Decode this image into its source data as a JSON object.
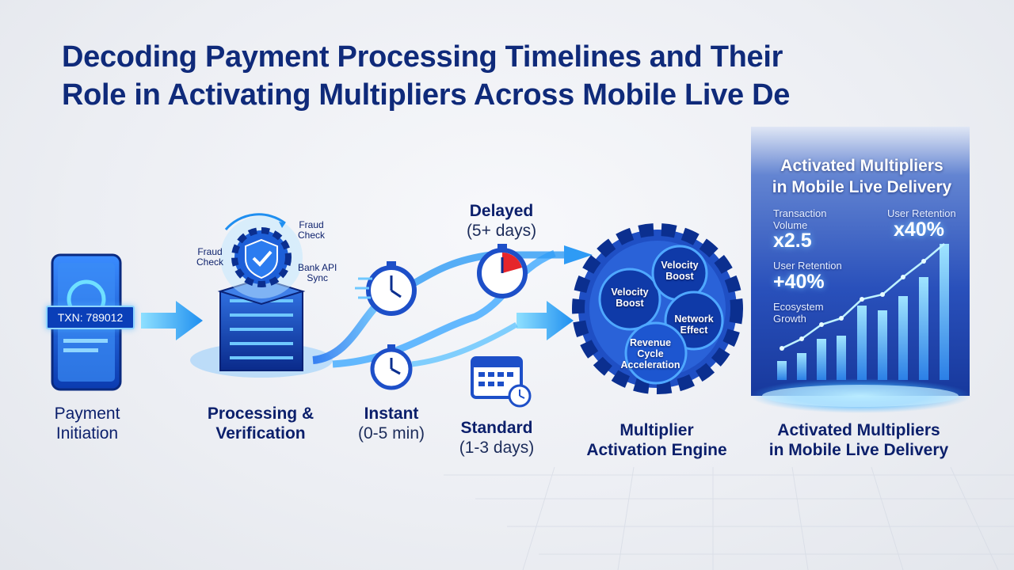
{
  "title": {
    "line1": "Decoding Payment Processing Timelines and Their",
    "line2": "Role in Activating Multipliers Across Mobile Live De"
  },
  "stages": {
    "payment": {
      "line1": "Payment",
      "line2": "Initiation"
    },
    "processing": {
      "line1": "Processing &",
      "line2": "Verification"
    },
    "instant": {
      "line1": "Instant",
      "line2": "(0-5 min)"
    },
    "standard": {
      "line1": "Standard",
      "line2": "(1-3 days)"
    },
    "delayed": {
      "line1": "Delayed",
      "line2": "(5+ days)"
    },
    "engine": {
      "line1": "Multiplier",
      "line2": "Activation Engine"
    },
    "activated": {
      "line1": "Activated Multipliers",
      "line2": "in Mobile Live Delivery"
    }
  },
  "phone": {
    "txn": "TXN: 789012"
  },
  "server_tags": {
    "fraud_check_top": {
      "line1": "Fraud",
      "line2": "Check"
    },
    "fraud_check_left": {
      "line1": "Fraud",
      "line2": "Check"
    },
    "bank_api": {
      "line1": "Bank API",
      "line2": "Sync"
    }
  },
  "gears": {
    "velocity_top": {
      "line1": "Velocity",
      "line2": "Boost"
    },
    "velocity_left": {
      "line1": "Velocity",
      "line2": "Boost"
    },
    "network": {
      "line1": "Network",
      "line2": "Effect"
    },
    "revenue": {
      "line1": "Revenue",
      "line2": "Cycle",
      "line3": "Acceleration"
    }
  },
  "panel": {
    "title_line1": "Activated Multipliers",
    "title_line2": "in Mobile Live Delivery",
    "transaction_volume_label_1": "Transaction",
    "transaction_volume_label_2": "Volume",
    "transaction_volume_value": "x2.5",
    "user_retention_label_top": "User Retention",
    "user_retention_value_top": "x40%",
    "user_retention_label": "User Retention",
    "user_retention_value": "+40%",
    "ecosystem_label_1": "Ecosystem",
    "ecosystem_label_2": "Growth"
  },
  "colors": {
    "title": "#0f2a7a",
    "primary_blue": "#1d5fd8",
    "dark_blue": "#0b2f8f",
    "cyan": "#3fc7ff",
    "arrow": "#2ea8f5",
    "alert_red": "#e5262b"
  },
  "icons": [
    "smartphone-icon",
    "server-stack-icon",
    "shield-check-icon",
    "stopwatch-icon",
    "clock-icon",
    "calendar-clock-icon",
    "gear-cluster-icon",
    "bar-chart-icon"
  ]
}
